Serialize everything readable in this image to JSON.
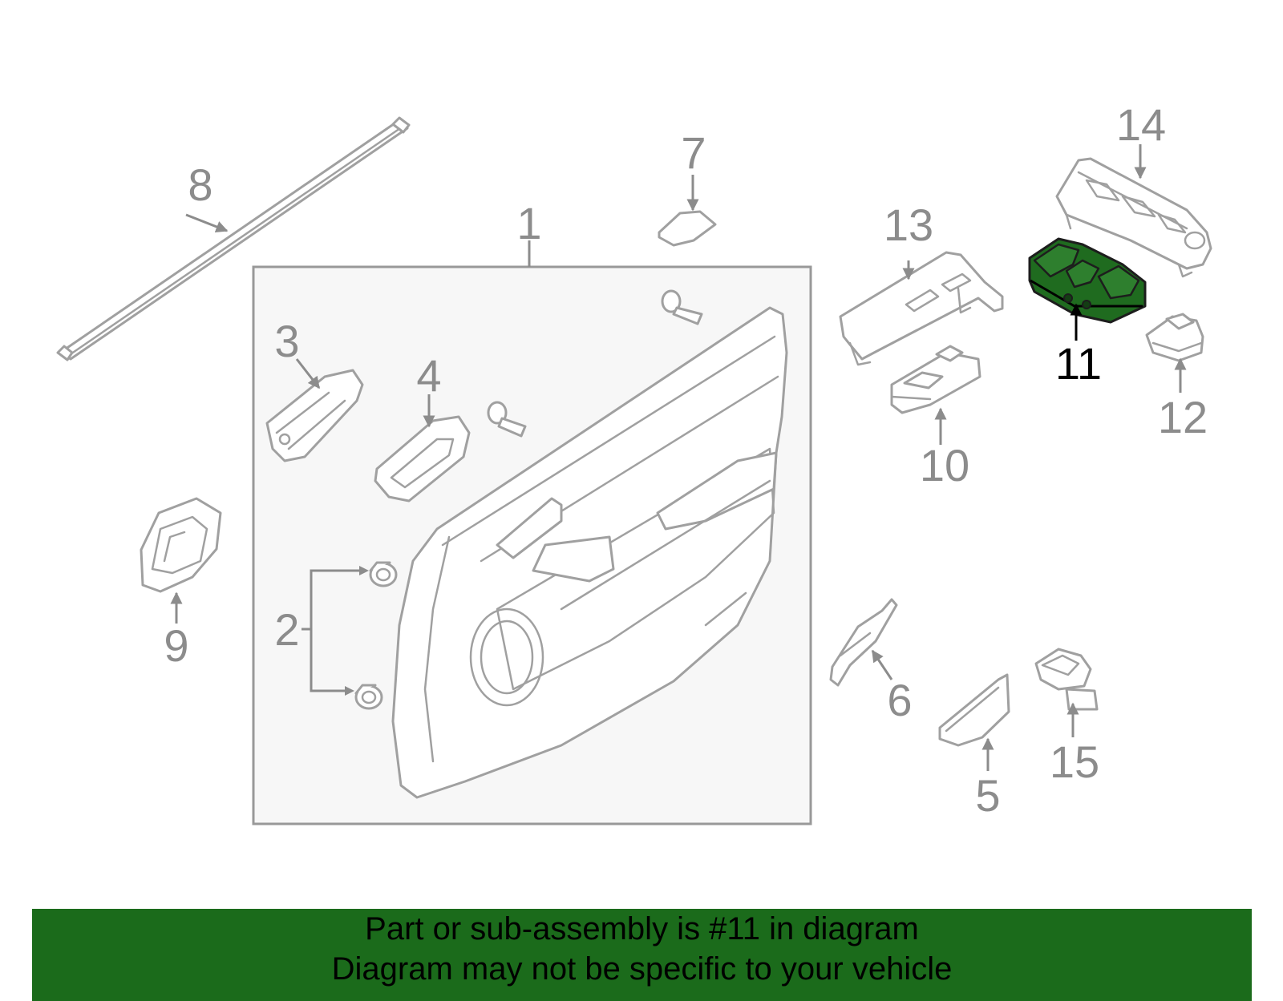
{
  "callouts": [
    {
      "id": "1",
      "label": "1"
    },
    {
      "id": "2",
      "label": "2"
    },
    {
      "id": "3",
      "label": "3"
    },
    {
      "id": "4",
      "label": "4"
    },
    {
      "id": "5",
      "label": "5"
    },
    {
      "id": "6",
      "label": "6"
    },
    {
      "id": "7",
      "label": "7"
    },
    {
      "id": "8",
      "label": "8"
    },
    {
      "id": "9",
      "label": "9"
    },
    {
      "id": "10",
      "label": "10"
    },
    {
      "id": "11",
      "label": "11"
    },
    {
      "id": "12",
      "label": "12"
    },
    {
      "id": "13",
      "label": "13"
    },
    {
      "id": "14",
      "label": "14"
    },
    {
      "id": "15",
      "label": "15"
    }
  ],
  "highlighted_part": "11",
  "colors": {
    "highlight_fill": "#1f6b1f",
    "banner_background": "#1b6b1b",
    "callout_text": "#8c8c8c",
    "line_art": "#a0a0a0"
  },
  "banner": {
    "line1": "Part or sub-assembly is #11 in diagram",
    "line2": "Diagram may not be specific to your vehicle"
  }
}
